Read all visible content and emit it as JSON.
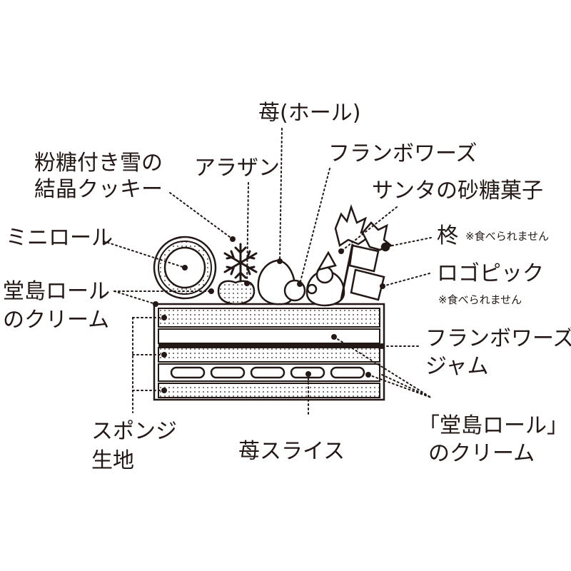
{
  "labels": {
    "strawberry_whole": "苺(ホール)",
    "framboise_top": "フランボワーズ",
    "powdered_snow_cookie_line1": "粉糖付き雪の",
    "powdered_snow_cookie_line2": "結晶クッキー",
    "arazan": "アラザン",
    "santa_sugar": "サンタの砂糖菓子",
    "mini_roll": "ミニロール",
    "holly": "柊",
    "holly_note": "※食べられません",
    "logo_pick": "ロゴピック",
    "logo_pick_note": "※食べられません",
    "dojima_cream_top_line1": "堂島ロール",
    "dojima_cream_top_line2": "のクリーム",
    "framboise_jam_line1": "フランボワーズ",
    "framboise_jam_line2": "ジャム",
    "sponge_line1": "スポンジ",
    "sponge_line2": "生地",
    "strawberry_slice": "苺スライス",
    "dojima_cream_bottom_line1": "「堂島ロール」",
    "dojima_cream_bottom_line2": "のクリーム"
  },
  "colors": {
    "ink": "#231815",
    "background": "#ffffff"
  }
}
